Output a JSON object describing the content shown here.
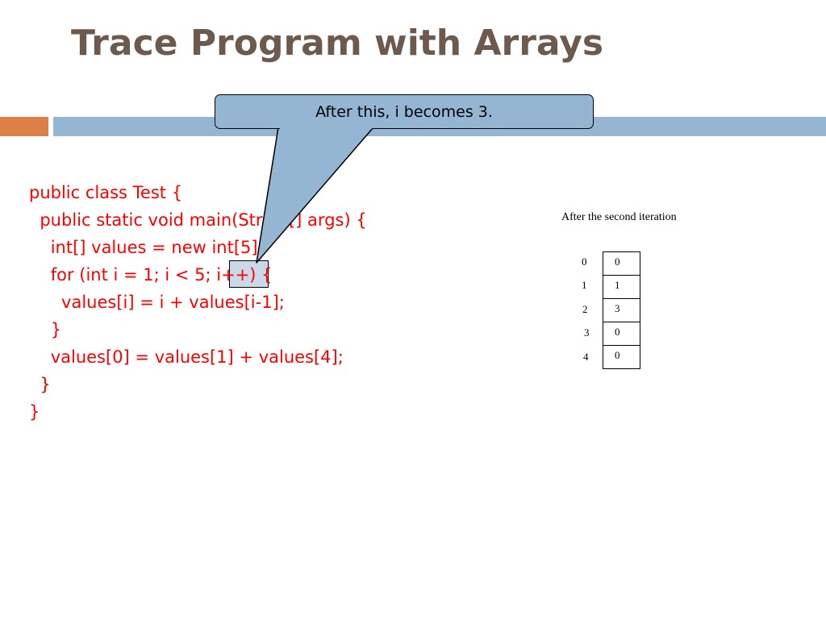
{
  "slide": {
    "title": "Trace Program with Arrays",
    "callout": "After this, i becomes 3.",
    "code_lines": [
      "public class Test {",
      "  public static void main(String[] args) {",
      "    int[] values = new int[5];",
      "    for (int i = 1; i < 5; i++) {",
      "      values[i] = i + values[i-1];",
      "    }",
      "    values[0] = values[1] + values[4];",
      "  }",
      "}"
    ],
    "highlight_text": "i++"
  },
  "array_trace": {
    "caption": "After the second iteration",
    "indices": [
      "0",
      "1",
      "2",
      "3",
      "4"
    ],
    "values": [
      "0",
      "1",
      "3",
      "0",
      "0"
    ]
  },
  "colors": {
    "title": "#6e5a4c",
    "code": "#ff0000",
    "accent_orange": "#dd8047",
    "accent_blue": "#94b6d2",
    "highlight": "#c9d9e8"
  }
}
